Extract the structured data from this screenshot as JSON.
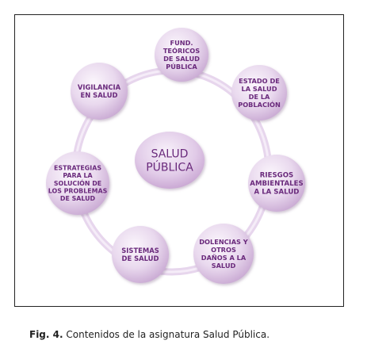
{
  "accent_colors": {
    "text": "#6a2a7c",
    "fill_light": "#f3e9f6",
    "fill_dark": "#c8a8d2",
    "ring": "#e4d2ea"
  },
  "diagram": {
    "center": {
      "lines": [
        "SALUD",
        "PÚBLICA"
      ]
    },
    "nodes": [
      {
        "id": "fund",
        "lines": [
          "FUND.",
          "TEÓRICOS",
          "DE SALUD",
          "PÚBLICA"
        ]
      },
      {
        "id": "estado",
        "lines": [
          "ESTADO DE",
          "LA SALUD",
          "DE LA",
          "POBLACIÓN"
        ]
      },
      {
        "id": "riesgos",
        "lines": [
          "RIESGOS",
          "AMBIENTALES",
          "A LA  SALUD"
        ]
      },
      {
        "id": "dolencias",
        "lines": [
          "DOLENCIAS Y",
          "OTROS",
          "DAÑOS A LA",
          "SALUD"
        ]
      },
      {
        "id": "sistemas",
        "lines": [
          "SISTEMAS",
          "DE SALUD"
        ]
      },
      {
        "id": "estrategias",
        "lines": [
          "ESTRATEGIAS",
          "PARA LA",
          "SOLUCIÓN DE",
          "LOS PROBLEMAS",
          "DE SALUD"
        ]
      },
      {
        "id": "vigilancia",
        "lines": [
          "VIGILANCIA",
          "EN SALUD"
        ]
      }
    ]
  },
  "caption": {
    "label": "Fig. 4.",
    "text": " Contenidos de la asignatura Salud Pública."
  }
}
